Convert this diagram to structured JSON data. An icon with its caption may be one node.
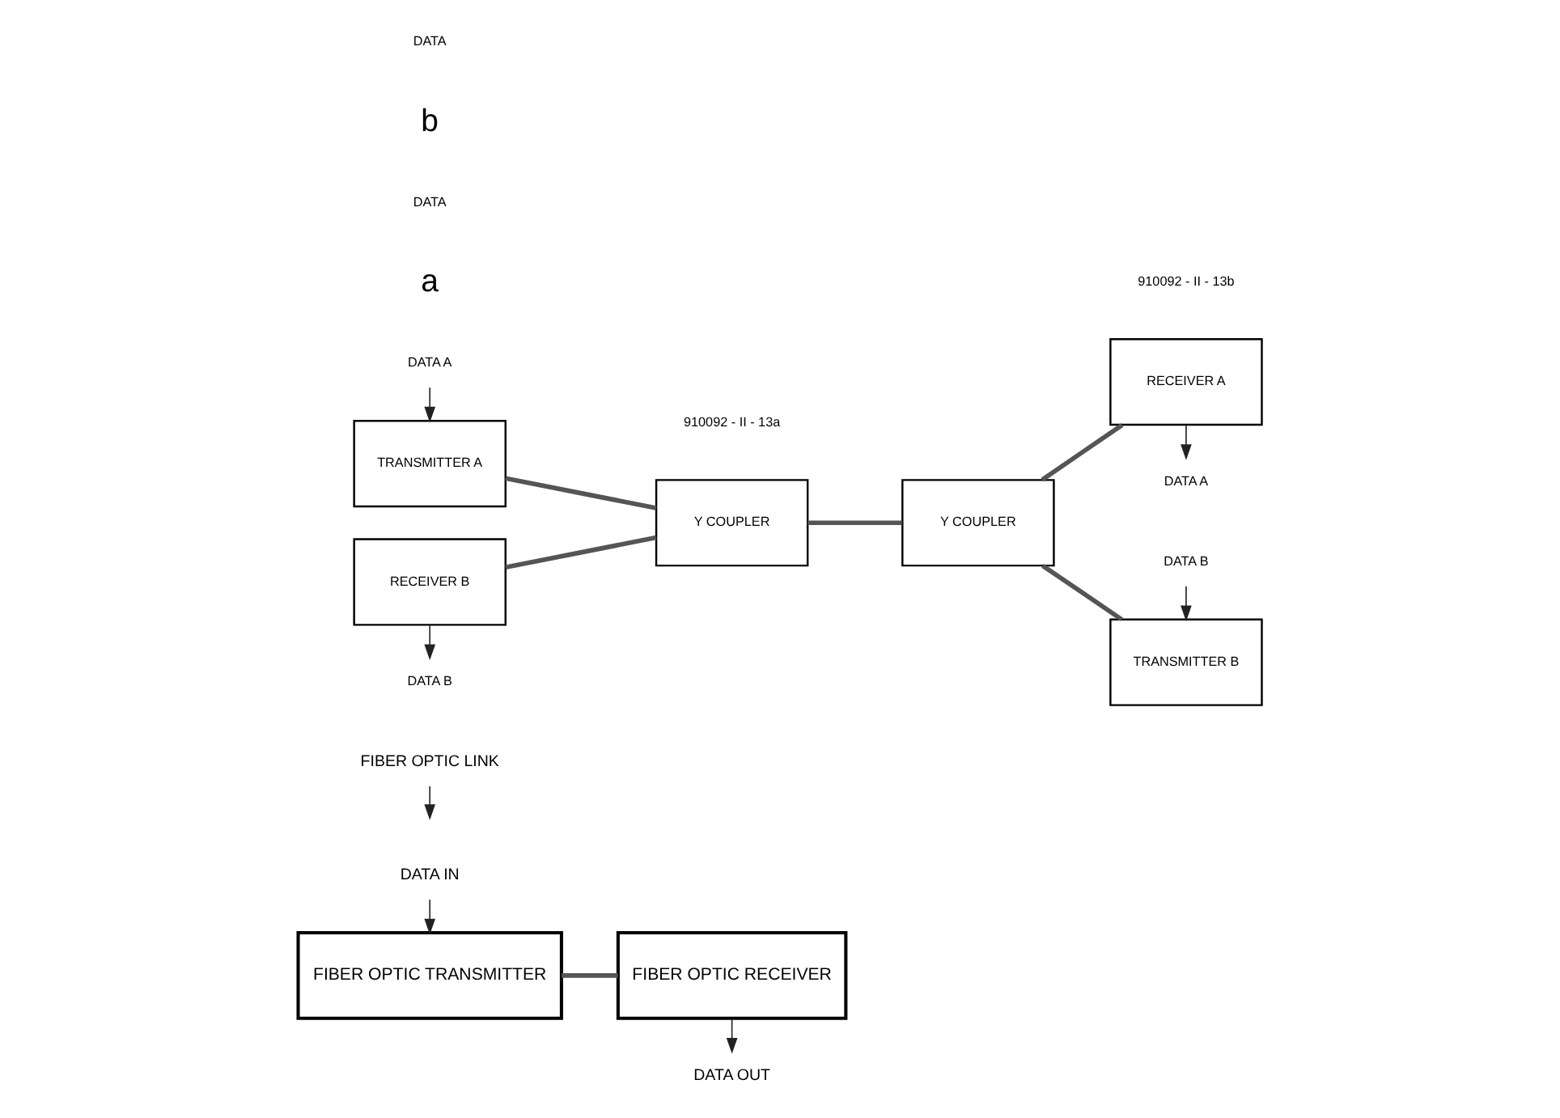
{
  "diagram": {
    "nodes": [
      {
        "text": [
          "FIBER OPTIC TRANSMITTER"
        ]
      },
      {
        "text": [
          "FIBER OPTIC RECEIVER"
        ]
      },
      {
        "text": [
          "DATA IN"
        ]
      },
      {
        "text": [
          "DATA OUT"
        ]
      },
      {
        "text": [
          "FIBER OPTIC LINK"
        ]
      },
      {
        "text": [
          "DATA A"
        ]
      },
      {
        "text": [
          "TRANSMITTER A"
        ]
      },
      {
        "text": [
          "RECEIVER B"
        ]
      },
      {
        "text": [
          "DATA B"
        ]
      },
      {
        "text": [
          "Y COUPLER"
        ]
      },
      {
        "text": [
          "Y COUPLER"
        ]
      },
      {
        "text": [
          "DATA B"
        ]
      },
      {
        "text": [
          "TRANSMITTER B"
        ]
      },
      {
        "text": [
          "RECEIVER A"
        ]
      },
      {
        "text": [
          "DATA A"
        ]
      }
    ],
    "edges": [
      {
        "from": 0,
        "to": 1,
        "arrow": "none",
        "style": "thick"
      },
      {
        "from": 2,
        "to": 0,
        "arrow": "to"
      },
      {
        "from": 1,
        "to": 3,
        "arrow": "to"
      },
      {
        "from": 4,
        "to": null,
        "arrow": "to"
      },
      {
        "from": 5,
        "to": 6,
        "arrow": "to"
      },
      {
        "from": 7,
        "to": 8,
        "arrow": "to"
      },
      {
        "from": 6,
        "to": 9,
        "arrow": "none",
        "style": "thick"
      },
      {
        "from": 7,
        "to": 9,
        "arrow": "none",
        "style": "thick"
      },
      {
        "from": 9,
        "to": 10,
        "arrow": "none",
        "style": "thick"
      },
      {
        "from": 10,
        "to": 12,
        "arrow": "none",
        "style": "thick"
      },
      {
        "from": 10,
        "to": 13,
        "arrow": "none",
        "style": "thick"
      },
      {
        "from": 11,
        "to": 12,
        "arrow": "to"
      },
      {
        "from": 13,
        "to": 14,
        "arrow": "to"
      }
    ],
    "labels": [
      "a",
      "DATA",
      "910092 - II - 13a",
      "b",
      "DATA",
      "910092 - II - 13b"
    ]
  }
}
